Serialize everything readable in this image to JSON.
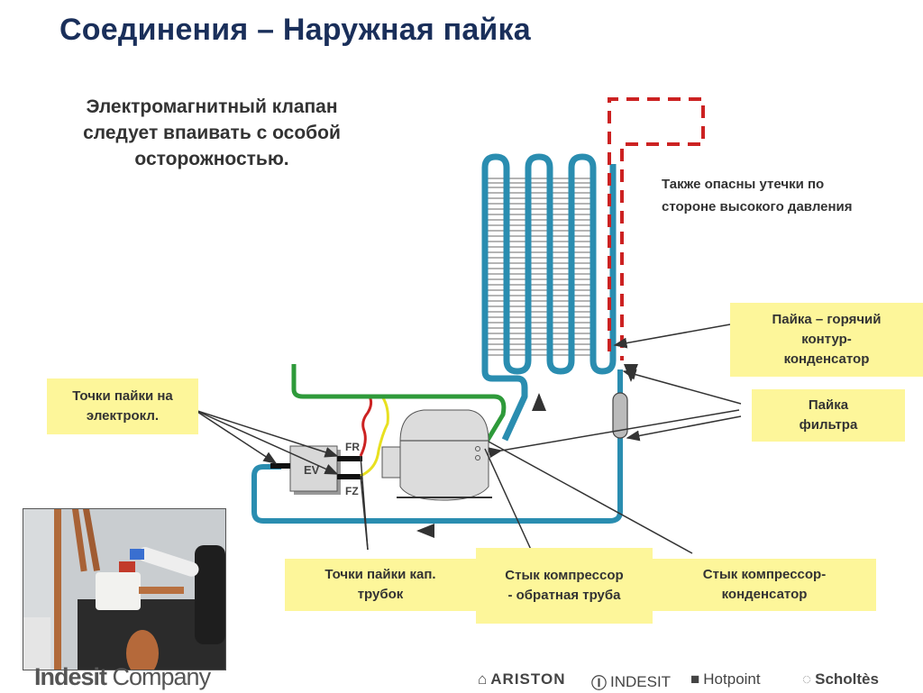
{
  "title": "Соединения – Наружная пайка",
  "intro": {
    "lines": [
      "Электромагнитный клапан",
      "следует впаивать с особой",
      "осторожностью."
    ]
  },
  "note": {
    "lines": [
      "Также опасны утечки по",
      "стороне высокого давления"
    ]
  },
  "callouts": {
    "electrovalve_points": [
      "Точки пайки на",
      "электрокл."
    ],
    "hot_loop_condenser": [
      "Пайка – горячий",
      "контур-",
      "конденсатор"
    ],
    "filter": [
      "Пайка",
      "фильтра"
    ],
    "capillary_points": [
      "Точки пайки кап.",
      "трубок"
    ],
    "compressor_return": [
      "Стык компрессор",
      "- обратная труба"
    ],
    "compressor_condenser": [
      "Стык компрессор-",
      "конденсатор"
    ]
  },
  "diagram_labels": {
    "ev": "EV",
    "fr": "FR",
    "fz": "FZ"
  },
  "colors": {
    "title": "#1a2f5a",
    "pipe": "#2a8db0",
    "hot_dashed": "#cc2222",
    "green_pipe": "#2e9a3a",
    "yellow_pipe": "#e8e020",
    "callout_bg": "#fdf69a"
  },
  "footer": {
    "company_bold": "Indesit",
    "company_light": " Company",
    "brands": [
      "ARISTON",
      "INDESIT",
      "Hotpoint",
      "Scholtès"
    ]
  }
}
